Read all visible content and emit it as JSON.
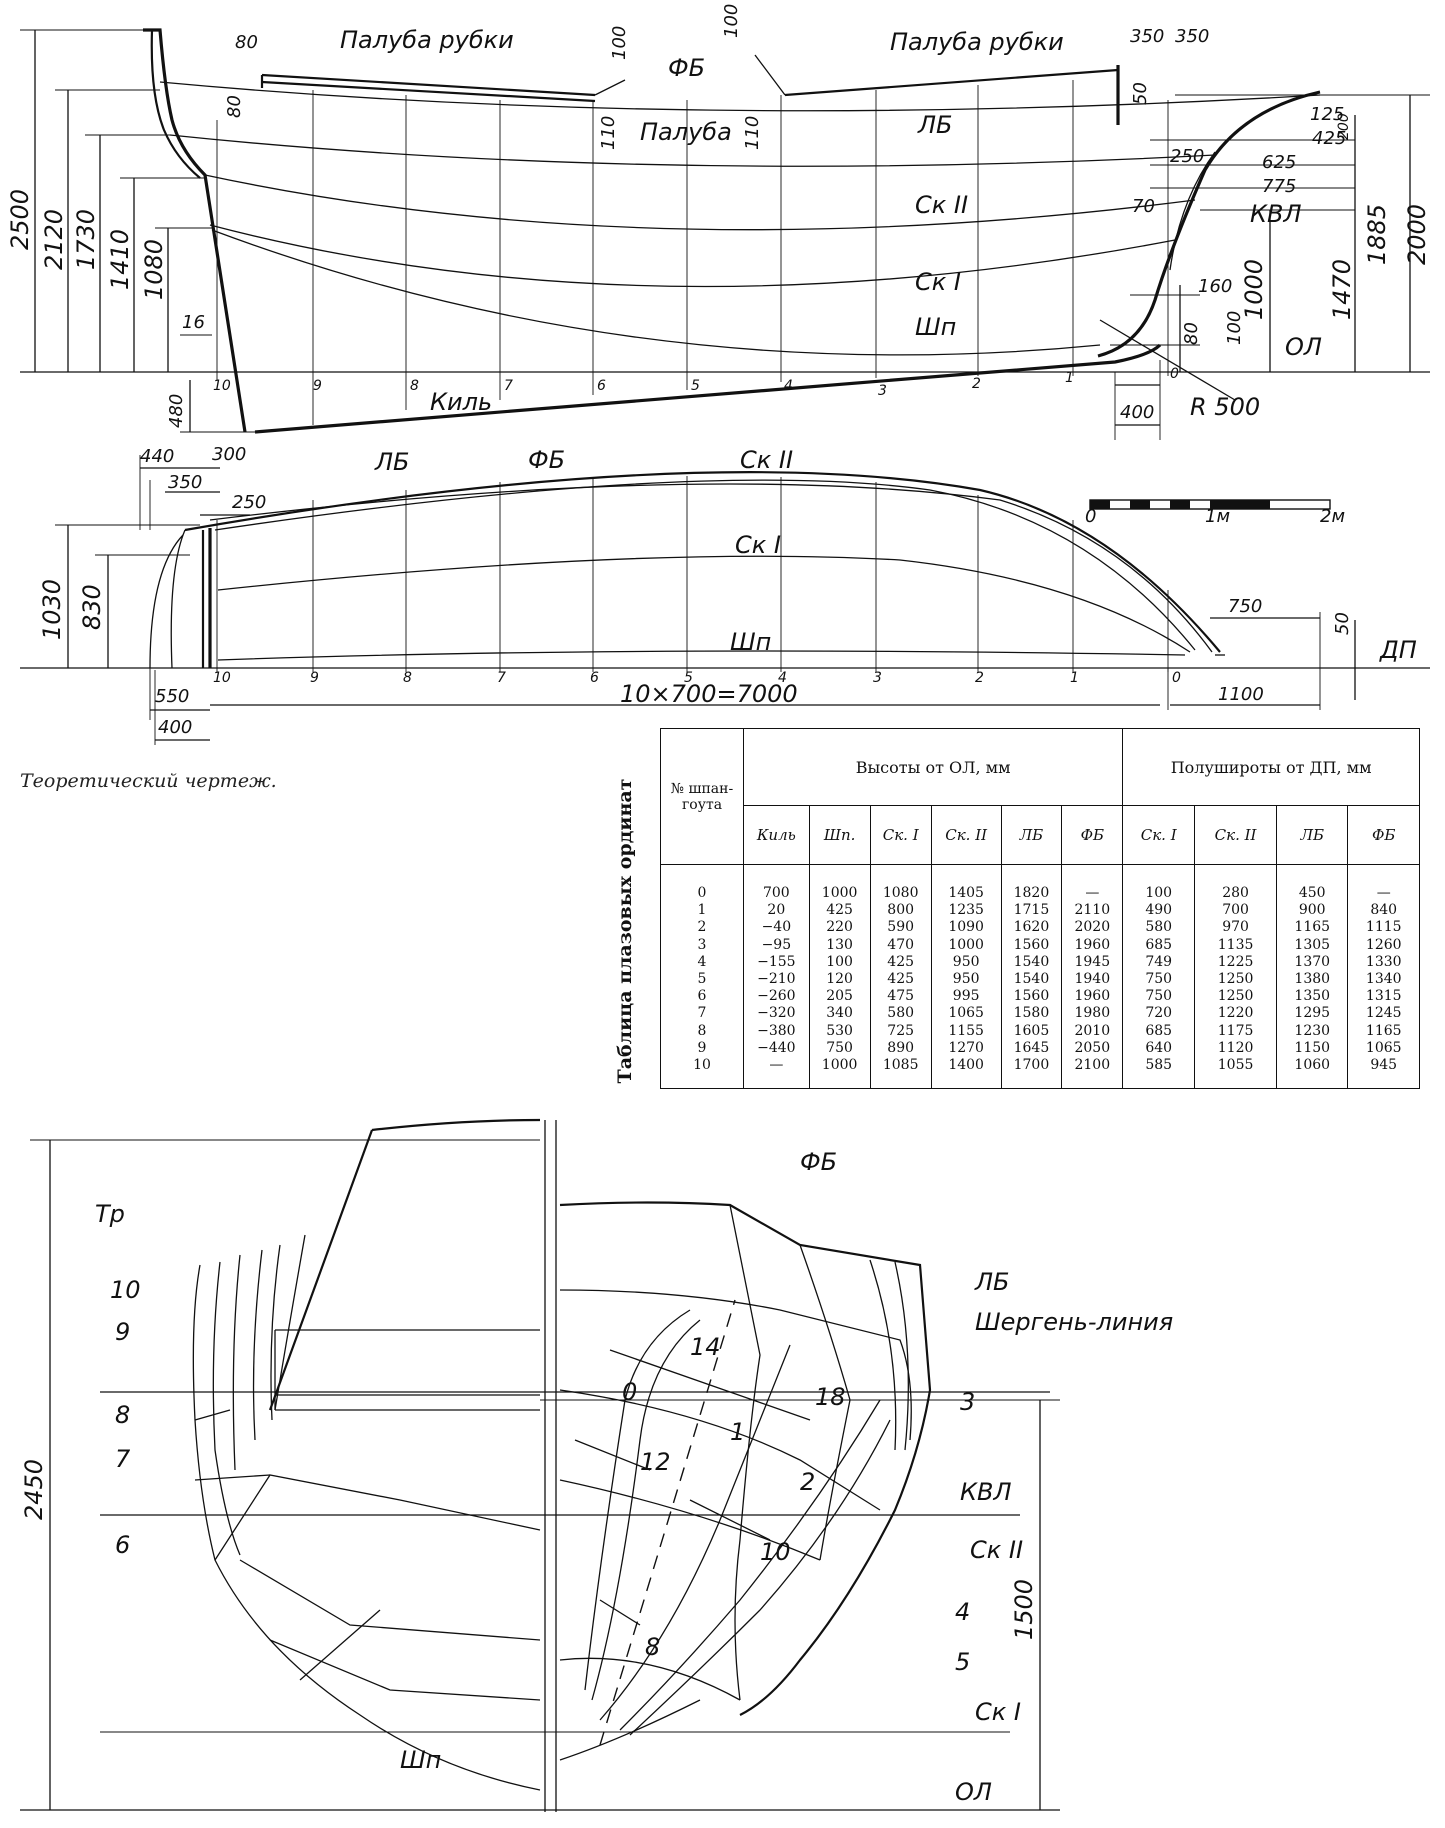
{
  "profile": {
    "deck_house_label_left": "Палуба рубки",
    "deck_house_label_right": "Палуба рубки",
    "fb": "ФБ",
    "deck": "Палуба",
    "lb": "ЛБ",
    "sk2": "Ск II",
    "sk1": "Ск I",
    "shp": "Шп",
    "kvl": "КВЛ",
    "ol": "ОЛ",
    "keel": "Киль",
    "radius": "R 500",
    "dims": {
      "d80a": "80",
      "d80b": "80",
      "d100a": "100",
      "d100b": "100",
      "d110a": "110",
      "d110b": "110",
      "d350a": "350",
      "d350b": "350",
      "d50": "50",
      "d125": "125",
      "d425": "425",
      "d625": "625",
      "d775": "775",
      "d250": "250",
      "d70": "70",
      "d200": "200",
      "d160": "160",
      "d80c": "80",
      "d100c": "100",
      "d400": "400",
      "d16": "16",
      "d480": "480",
      "h2500": "2500",
      "h2120": "2120",
      "h1730": "1730",
      "h1410": "1410",
      "h1080": "1080",
      "h1000": "1000",
      "h1470": "1470",
      "h1885": "1885",
      "h2000": "2000"
    },
    "stations": [
      "10",
      "9",
      "8",
      "7",
      "6",
      "5",
      "4",
      "3",
      "2",
      "1",
      "0"
    ]
  },
  "plan": {
    "lb": "ЛБ",
    "fb": "ФБ",
    "sk2": "Ск II",
    "sk1": "Ск I",
    "shp": "Шп",
    "dp": "ДП",
    "dims": {
      "d440": "440",
      "d350": "350",
      "d250": "250",
      "d300": "300",
      "h1030": "1030",
      "h830": "830",
      "d750": "750",
      "d50": "50",
      "d550": "550",
      "d400": "400",
      "d1100": "1100"
    },
    "spacing": "10×700=7000",
    "stations": [
      "10",
      "9",
      "8",
      "7",
      "6",
      "5",
      "4",
      "3",
      "2",
      "1",
      "0"
    ],
    "scale": {
      "s0": "0",
      "s1": "1м",
      "s2": "2м"
    }
  },
  "caption": "Теоретический чертеж.",
  "table": {
    "title": "Таблица плазовых ординат",
    "col_frame": "№ шпан-гоута",
    "group_heights": "Высоты от ОЛ, мм",
    "group_half": "Полушироты от ДП, мм",
    "heights_cols": [
      "Киль",
      "Шп.",
      "Ск. I",
      "Ск. II",
      "ЛБ",
      "ФБ"
    ],
    "half_cols": [
      "Ск. I",
      "Ск. II",
      "ЛБ",
      "ФБ"
    ],
    "rows": [
      [
        "0",
        "700",
        "1000",
        "1080",
        "1405",
        "1820",
        "—",
        "100",
        "280",
        "450",
        "—"
      ],
      [
        "1",
        "20",
        "425",
        "800",
        "1235",
        "1715",
        "2110",
        "490",
        "700",
        "900",
        "840"
      ],
      [
        "2",
        "−40",
        "220",
        "590",
        "1090",
        "1620",
        "2020",
        "580",
        "970",
        "1165",
        "1115"
      ],
      [
        "3",
        "−95",
        "130",
        "470",
        "1000",
        "1560",
        "1960",
        "685",
        "1135",
        "1305",
        "1260"
      ],
      [
        "4",
        "−155",
        "100",
        "425",
        "950",
        "1540",
        "1945",
        "749",
        "1225",
        "1370",
        "1330"
      ],
      [
        "5",
        "−210",
        "120",
        "425",
        "950",
        "1540",
        "1940",
        "750",
        "1250",
        "1380",
        "1340"
      ],
      [
        "6",
        "−260",
        "205",
        "475",
        "995",
        "1560",
        "1960",
        "750",
        "1250",
        "1350",
        "1315"
      ],
      [
        "7",
        "−320",
        "340",
        "580",
        "1065",
        "1580",
        "1980",
        "720",
        "1220",
        "1295",
        "1245"
      ],
      [
        "8",
        "−380",
        "530",
        "725",
        "1155",
        "1605",
        "2010",
        "685",
        "1175",
        "1230",
        "1165"
      ],
      [
        "9",
        "−440",
        "750",
        "890",
        "1270",
        "1645",
        "2050",
        "640",
        "1120",
        "1150",
        "1065"
      ],
      [
        "10",
        "—",
        "1000",
        "1085",
        "1400",
        "1700",
        "2100",
        "585",
        "1055",
        "1060",
        "945"
      ]
    ]
  },
  "body_plan": {
    "tr": "Тр",
    "fb": "ФБ",
    "lb": "ЛБ",
    "sherg": "Шергень-линия",
    "kvl": "КВЛ",
    "sk2": "Ск II",
    "sk1": "Ск I",
    "shp": "Шп",
    "ol": "ОЛ",
    "left_frames": [
      "10",
      "9",
      "8",
      "7",
      "6"
    ],
    "right_frames": [
      "3",
      "4",
      "5"
    ],
    "inner_frames": [
      "0",
      "1",
      "2"
    ],
    "plank": {
      "p14": "14",
      "p18": "18",
      "p12": "12",
      "p10": "10",
      "p8": "8"
    },
    "h2450": "2450",
    "h1500": "1500"
  }
}
